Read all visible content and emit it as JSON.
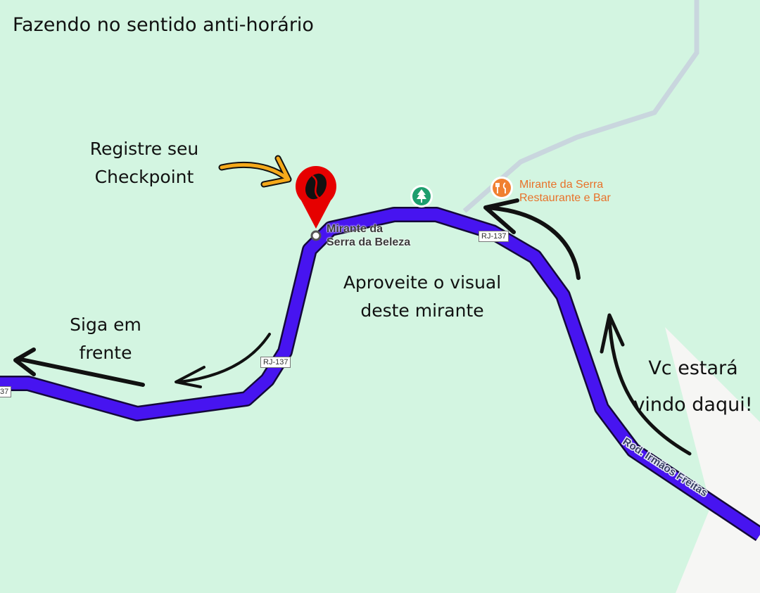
{
  "annotations": {
    "title": "Fazendo no sentido anti-horário",
    "checkpoint": [
      "Registre seu",
      "Checkpoint"
    ],
    "view": [
      "Aproveite o visual",
      "deste mirante"
    ],
    "ahead": [
      "Siga em",
      "frente"
    ],
    "coming_from": [
      "Vc estará",
      "vindo daqui!"
    ]
  },
  "places": {
    "viewpoint": [
      "Mirante da",
      "Serra da Beleza"
    ],
    "restaurant": [
      "Mirante da Serra",
      "Restaurante e Bar"
    ]
  },
  "roads": {
    "shield_1": "RJ-137",
    "shield_2": "RJ-137",
    "shield_edge": "37",
    "road_name": "Rod. Irmãos Freitas"
  },
  "icons": {
    "pin": "map-pin-coffee-bean-icon",
    "park": "tree-icon",
    "restaurant": "fork-knife-icon"
  },
  "colors": {
    "route": "#4714f0",
    "pin": "#e60000",
    "restaurant": "#f08030",
    "park": "#1e9e6e",
    "arrow_orange": "#f5a91a"
  }
}
